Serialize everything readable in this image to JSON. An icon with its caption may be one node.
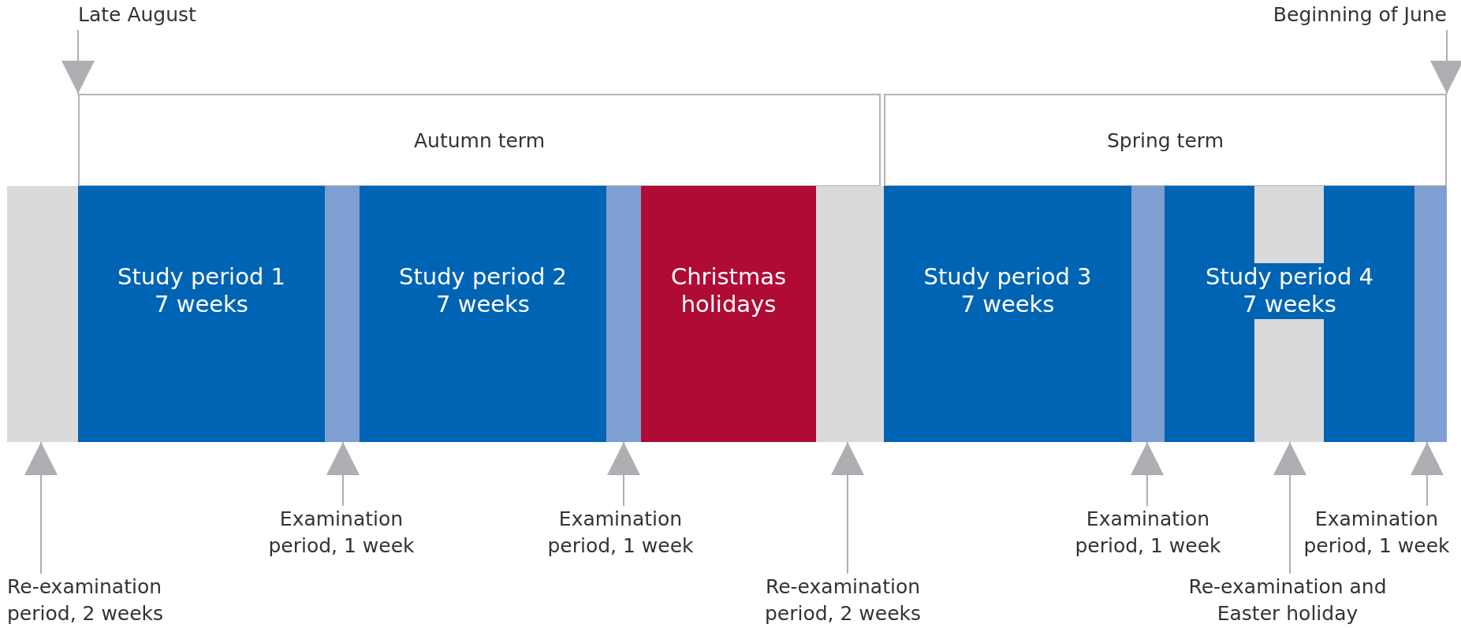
{
  "diagram": {
    "nodes": [
      {
        "text": [
          "Autumn term"
        ]
      },
      {
        "text": [
          "Spring term"
        ]
      },
      {
        "text": [],
        "shape": "bar"
      },
      {
        "text": [
          "Study period 1",
          "7 weeks"
        ]
      },
      {
        "text": [],
        "shape": "bar"
      },
      {
        "text": [
          "Study period 2",
          "7 weeks"
        ]
      },
      {
        "text": [],
        "shape": "bar"
      },
      {
        "text": [
          "Christmas holidays"
        ]
      },
      {
        "text": [],
        "shape": "bar"
      },
      {
        "text": [
          "Study period 3",
          "7 weeks"
        ]
      },
      {
        "text": [],
        "shape": "bar"
      },
      {
        "text": [
          "Study period 4",
          "7 weeks"
        ]
      },
      {
        "text": [],
        "shape": "bar",
        "in": 11
      },
      {
        "text": [],
        "shape": "bar"
      },
      {
        "text": [
          "Late August"
        ]
      },
      {
        "text": [
          "Beginning of June"
        ]
      },
      {
        "text": [
          "Re-examination period, 2 weeks"
        ]
      },
      {
        "text": [
          "Examination period, 1 week"
        ]
      },
      {
        "text": [
          "Examination period, 1 week"
        ]
      },
      {
        "text": [
          "Re-examination period, 2 weeks"
        ]
      },
      {
        "text": [
          "Examination period, 1 week"
        ]
      },
      {
        "text": [
          "Re-examination and Easter holiday"
        ]
      },
      {
        "text": [
          "Examination period, 1 week"
        ]
      }
    ],
    "edges": [
      {
        "from": 14,
        "to": 0,
        "arrow": "to"
      },
      {
        "from": 15,
        "to": 1,
        "arrow": "to"
      },
      {
        "from": 16,
        "to": 2,
        "arrow": "to"
      },
      {
        "from": 17,
        "to": 4,
        "arrow": "to"
      },
      {
        "from": 18,
        "to": 6,
        "arrow": "to"
      },
      {
        "from": 19,
        "to": 8,
        "arrow": "to"
      },
      {
        "from": 20,
        "to": 10,
        "arrow": "to"
      },
      {
        "from": 21,
        "to": 12,
        "arrow": "to"
      },
      {
        "from": 22,
        "to": 13,
        "arrow": "to"
      }
    ]
  }
}
